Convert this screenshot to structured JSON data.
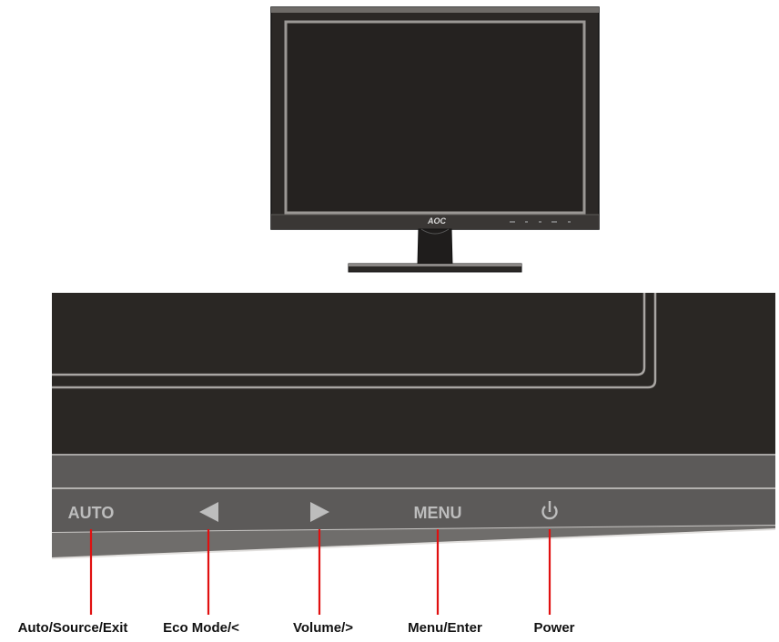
{
  "monitor": {
    "brand_logo": "AOC"
  },
  "bezel_buttons": [
    {
      "id": "auto",
      "glyph": "AUTO",
      "icon": "text"
    },
    {
      "id": "left",
      "glyph": "",
      "icon": "triangle-left-icon"
    },
    {
      "id": "right",
      "glyph": "",
      "icon": "triangle-right-icon"
    },
    {
      "id": "menu",
      "glyph": "MENU",
      "icon": "text"
    },
    {
      "id": "power",
      "glyph": "",
      "icon": "power-icon"
    }
  ],
  "callouts": [
    {
      "id": "auto",
      "label": "Auto/Source/Exit"
    },
    {
      "id": "left",
      "label": "Eco Mode/<"
    },
    {
      "id": "right",
      "label": "Volume/>"
    },
    {
      "id": "menu",
      "label": "Menu/Enter"
    },
    {
      "id": "power",
      "label": "Power"
    }
  ],
  "colors": {
    "callout_line": "#e01010",
    "bezel_dark": "#2a2724",
    "bezel_strip": "#5a5858",
    "glyph": "#bdbdbd"
  }
}
